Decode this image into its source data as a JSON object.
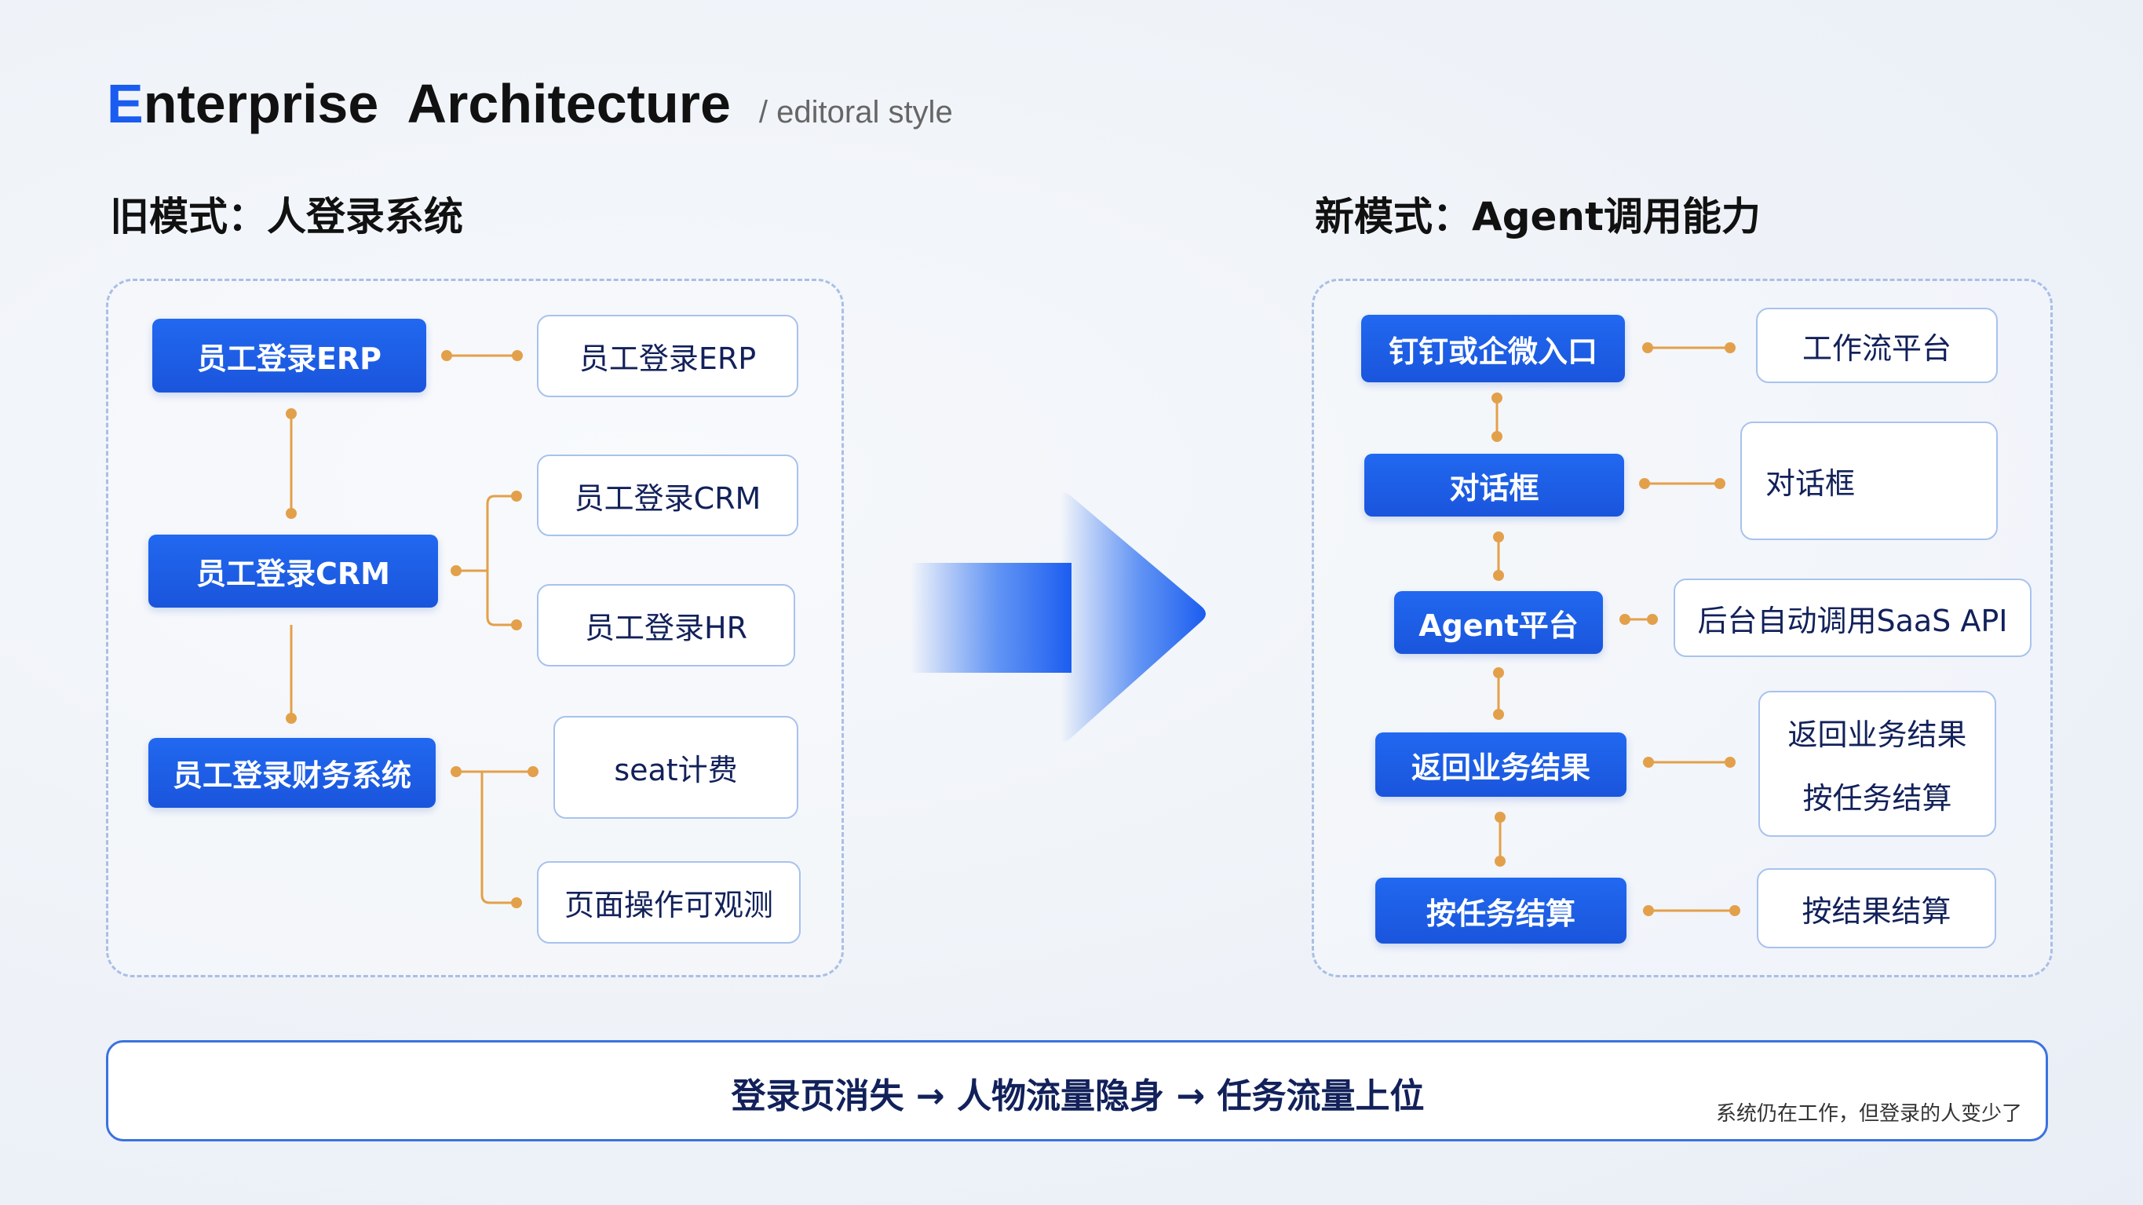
{
  "header": {
    "title_first": "E",
    "title_rest": "nterprise  Architecture",
    "subtitle": "/ editoral style"
  },
  "old_mode": {
    "heading": "旧模式：人登录系统",
    "primary": [
      "员工登录ERP",
      "员工登录CRM",
      "员工登录财务系统"
    ],
    "secondary": [
      "员工登录ERP",
      "员工登录CRM",
      "员工登录HR",
      "seat计费",
      "页面操作可观测"
    ]
  },
  "new_mode": {
    "heading": "新模式：Agent调用能力",
    "primary": [
      "钉钉或企微入口",
      "对话框",
      "Agent平台",
      "返回业务结果",
      "按任务结算"
    ],
    "secondary": [
      "工作流平台",
      "对话框",
      "后台自动调用SaaS API",
      [
        "返回业务结果",
        "按任务结算"
      ],
      "按结果结算"
    ]
  },
  "footer": {
    "main": "登录页消失 → 人物流量隐身 → 任务流量上位",
    "note": "系统仍在工作，但登录的人变少了"
  },
  "colors": {
    "accent": "#1a5cf0",
    "connector": "#e3a04a",
    "text_dark": "#12215a"
  }
}
